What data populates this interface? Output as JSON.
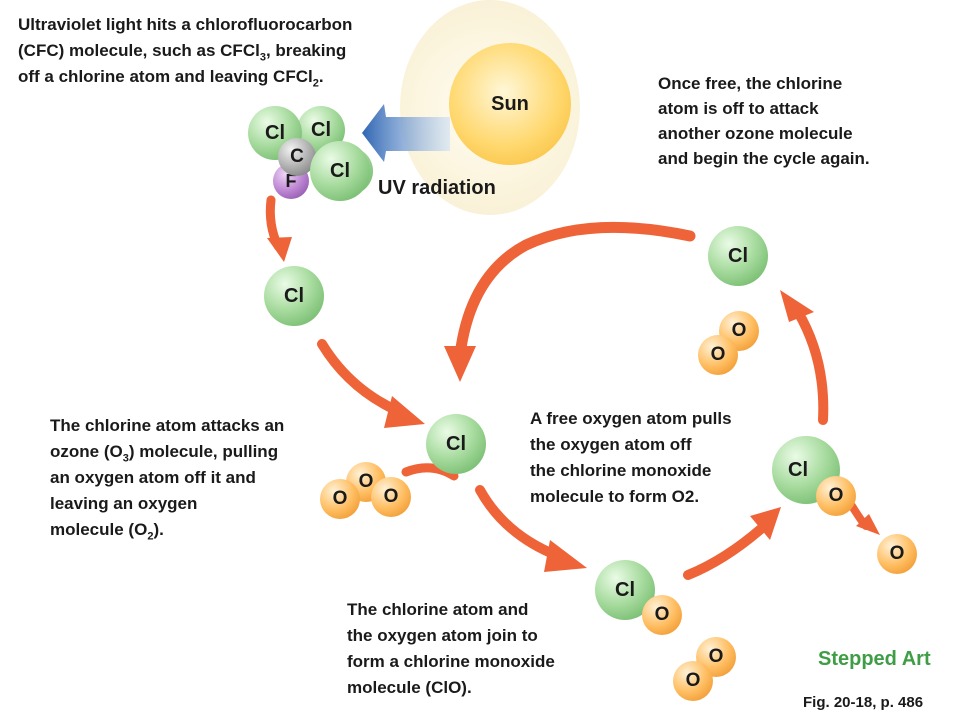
{
  "captions": {
    "uv_break": {
      "line1": "Ultraviolet light hits a chlorofluorocarbon",
      "line2_before": "(CFC) molecule, such as CFCl",
      "line2_sub": "3",
      "line2_after": ", breaking",
      "line3_before": "off a chlorine atom and leaving CFCl",
      "line3_sub": "2",
      "line3_after": "."
    },
    "once_free": {
      "line1": "Once free, the chlorine",
      "line2": "atom is off to attack",
      "line3": "another ozone molecule",
      "line4": "and begin the cycle again."
    },
    "attacks_ozone": {
      "line1": "The chlorine atom attacks an",
      "line2_before": "ozone (O",
      "line2_sub": "3",
      "line2_after": ") molecule, pulling",
      "line3": "an oxygen atom off it and",
      "line4": "leaving an oxygen",
      "line5_before": "molecule (O",
      "line5_sub": "2",
      "line5_after": ")."
    },
    "free_oxygen": {
      "line1": "A free oxygen atom pulls",
      "line2": "the oxygen atom off",
      "line3": "the chlorine monoxide",
      "line4": "molecule to form O2."
    },
    "join": {
      "line1": "The chlorine atom and",
      "line2": "the oxygen atom join to",
      "line3": "form a chlorine monoxide",
      "line4": "molecule (ClO)."
    }
  },
  "labels": {
    "sun": "Sun",
    "uv_radiation": "UV radiation",
    "cl": "Cl",
    "o": "O",
    "c": "C",
    "f": "F",
    "stepped_art": "Stepped Art",
    "fig_ref": "Fig. 20-18, p. 486"
  },
  "colors": {
    "arrow": "#ee6438",
    "uv_arrow": "#3a72bd",
    "chlorine": "#a9dca0",
    "oxygen": "#ffbe62",
    "carbon": "#a8a8a8",
    "fluorine": "#b77fce",
    "stepped_art": "#3f9d46"
  }
}
